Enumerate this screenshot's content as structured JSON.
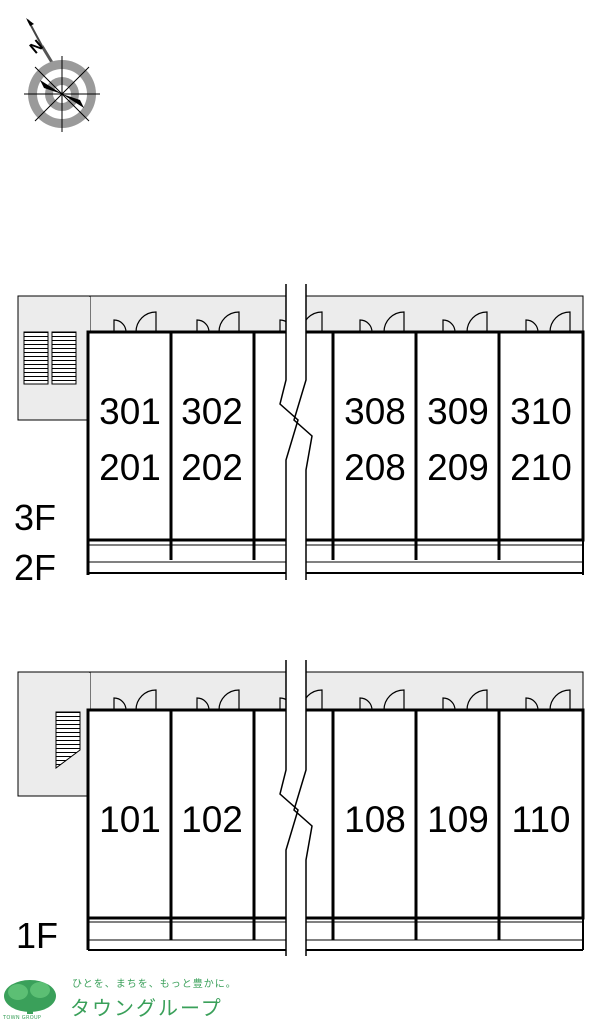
{
  "compass": {
    "north_label": "N",
    "icon": "compass-icon"
  },
  "upper_block": {
    "floor_labels": [
      "3F",
      "2F"
    ],
    "units_row1": [
      "301",
      "302",
      "",
      "308",
      "309",
      "310"
    ],
    "units_row2": [
      "201",
      "202",
      "",
      "208",
      "209",
      "210"
    ]
  },
  "lower_block": {
    "floor_labels": [
      "1F"
    ],
    "units_row1": [
      "101",
      "102",
      "",
      "108",
      "109",
      "110"
    ]
  },
  "logo": {
    "tagline": "ひとを、まちを、もっと豊かに。",
    "name": "タウングループ",
    "sub": "TOWN GROUP",
    "color": "#3aa05a",
    "icon": "tree-icon"
  }
}
